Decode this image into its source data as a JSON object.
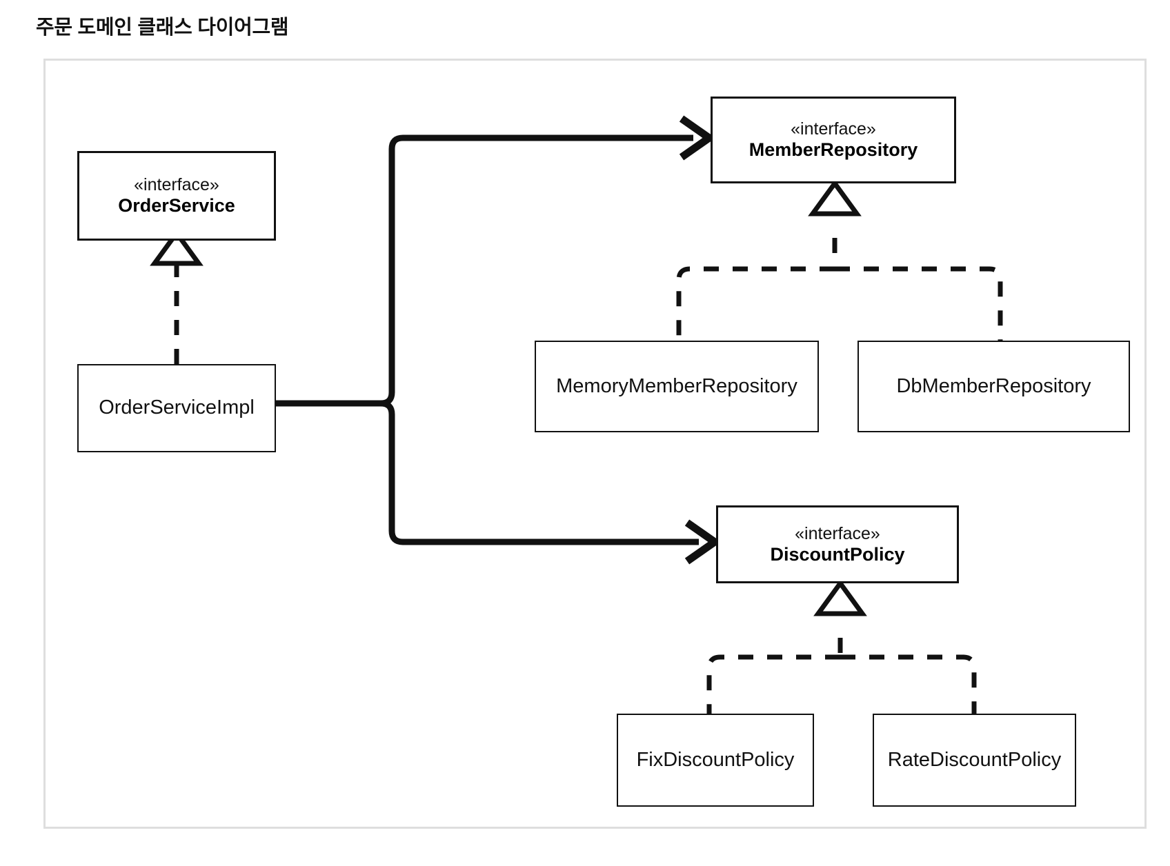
{
  "title": "주문 도메인 클래스 다이어그램",
  "diagram": {
    "type": "uml-class-diagram",
    "stereotype_label": "«interface»",
    "nodes": [
      {
        "id": "order-service",
        "name": "OrderService",
        "kind": "interface",
        "stereotype": "«interface»"
      },
      {
        "id": "order-service-impl",
        "name": "OrderServiceImpl",
        "kind": "class",
        "stereotype": ""
      },
      {
        "id": "member-repository",
        "name": "MemberRepository",
        "kind": "interface",
        "stereotype": "«interface»"
      },
      {
        "id": "memory-member-repository",
        "name": "MemoryMemberRepository",
        "kind": "class",
        "stereotype": ""
      },
      {
        "id": "db-member-repository",
        "name": "DbMemberRepository",
        "kind": "class",
        "stereotype": ""
      },
      {
        "id": "discount-policy",
        "name": "DiscountPolicy",
        "kind": "interface",
        "stereotype": "«interface»"
      },
      {
        "id": "fix-discount-policy",
        "name": "FixDiscountPolicy",
        "kind": "class",
        "stereotype": ""
      },
      {
        "id": "rate-discount-policy",
        "name": "RateDiscountPolicy",
        "kind": "class",
        "stereotype": ""
      }
    ],
    "edges": [
      {
        "from": "order-service-impl",
        "to": "order-service",
        "kind": "realization",
        "style": "dashed",
        "arrow": "hollow-triangle"
      },
      {
        "from": "memory-member-repository",
        "to": "member-repository",
        "kind": "realization",
        "style": "dashed",
        "arrow": "hollow-triangle"
      },
      {
        "from": "db-member-repository",
        "to": "member-repository",
        "kind": "realization",
        "style": "dashed",
        "arrow": "hollow-triangle"
      },
      {
        "from": "fix-discount-policy",
        "to": "discount-policy",
        "kind": "realization",
        "style": "dashed",
        "arrow": "hollow-triangle"
      },
      {
        "from": "rate-discount-policy",
        "to": "discount-policy",
        "kind": "realization",
        "style": "dashed",
        "arrow": "hollow-triangle"
      },
      {
        "from": "order-service-impl",
        "to": "member-repository",
        "kind": "association",
        "style": "solid",
        "arrow": "open-arrow"
      },
      {
        "from": "order-service-impl",
        "to": "discount-policy",
        "kind": "association",
        "style": "solid",
        "arrow": "open-arrow"
      }
    ],
    "colors": {
      "line": "#111111",
      "box_border": "#111111",
      "box_fill": "#ffffff",
      "frame_border": "#dedede",
      "text": "#000000",
      "background": "#ffffff"
    }
  }
}
